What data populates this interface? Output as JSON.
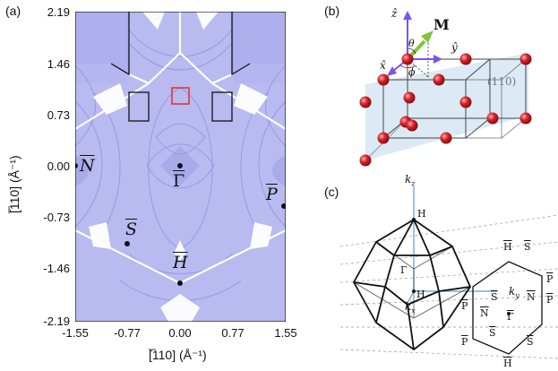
{
  "panel_a": {
    "label": "(a)",
    "y_axis_title": "[̅110] (Å⁻¹)",
    "x_axis_title": "[̅110] (Å⁻¹)",
    "y_ticks": [
      "2.19",
      "1.46",
      "0.73",
      "0.00",
      "-0.73",
      "-1.46",
      "-2.19"
    ],
    "x_ticks": [
      "-1.55",
      "-0.77",
      "0.00",
      "0.77",
      "1.55"
    ],
    "points": {
      "N": "N",
      "Gamma": "Γ",
      "S": "S",
      "P": "P",
      "H": "H"
    },
    "colors": {
      "background": "#b7b8ef",
      "lines": "#8d8fe3",
      "white_lines": "#ffffff",
      "highlight_box": "#e0302e"
    }
  },
  "panel_b": {
    "label": "(b)",
    "z_axis": "ẑ",
    "y_axis": "ŷ",
    "x_axis": "x̂",
    "vector": "M",
    "theta": "θ",
    "phi": "ϕ",
    "plane": "(110)",
    "colors": {
      "axes": "#7a55e6",
      "vector": "#7cc63a",
      "atoms": "#d8202a",
      "plane": "#cfe3f2"
    }
  },
  "panel_c": {
    "label": "(c)",
    "kz": "k",
    "kz_sub": "z",
    "ky": "k",
    "ky_sub": "y",
    "kx": "k",
    "kx_sub": "x",
    "H_top": "H",
    "H_mid": "H",
    "Gamma": "Γ",
    "projected": {
      "H_top": "H",
      "S_top": "S",
      "P_right_top": "P",
      "N_right": "N",
      "S_mid": "S",
      "Gamma": "Γ",
      "P_left": "P",
      "N_left": "N",
      "P_right": "P",
      "P_left_bottom": "P",
      "S_bottom": "S",
      "S_right_bottom": "S",
      "H_bottom": "H"
    }
  }
}
